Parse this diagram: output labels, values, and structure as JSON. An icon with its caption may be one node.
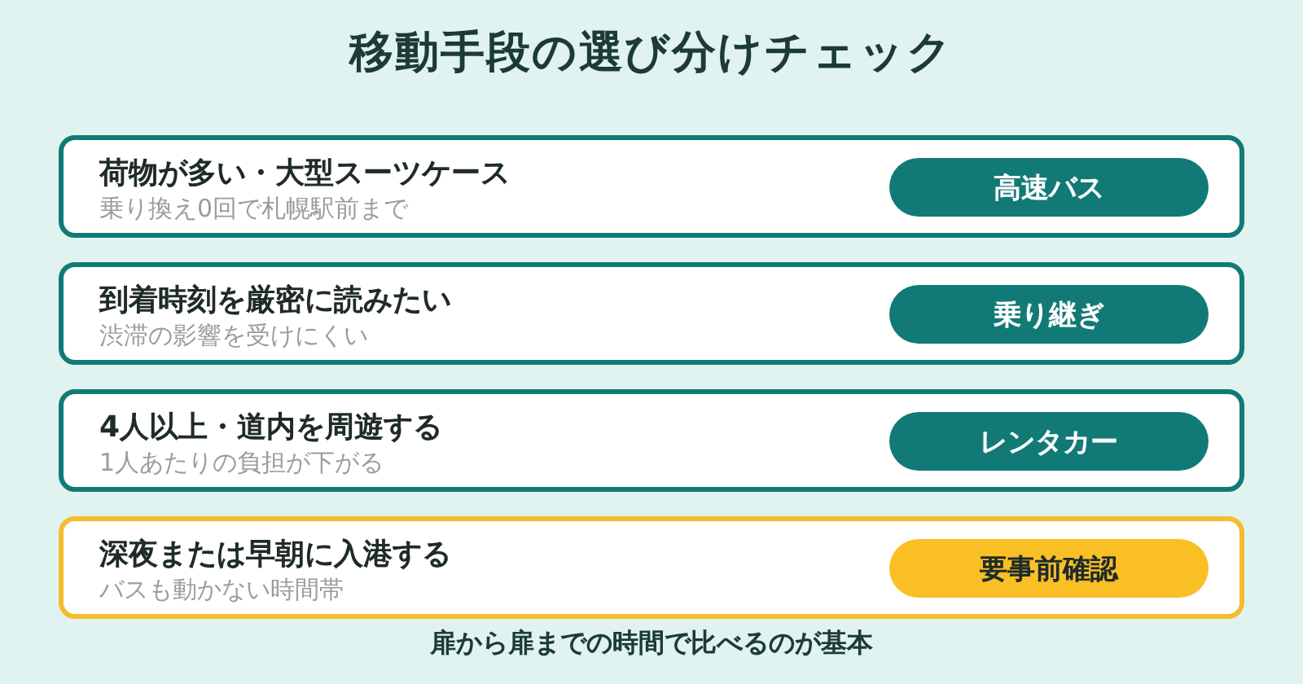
{
  "diagram": {
    "title": "移動手段の選び分けチェック",
    "caption": "扉から扉までの時間で比べるのが基本",
    "nodes": [
      {
        "text": [
          "荷物が多い・大型スーツケース",
          "乗り換え0回で札幌駅前まで"
        ]
      },
      {
        "text": [
          "高速バス"
        ],
        "in": 0
      },
      {
        "text": [
          "到着時刻を厳密に読みたい",
          "渋滞の影響を受けにくい"
        ]
      },
      {
        "text": [
          "乗り継ぎ"
        ],
        "in": 2
      },
      {
        "text": [
          "4人以上・道内を周遊する",
          "1人あたりの負担が下がる"
        ]
      },
      {
        "text": [
          "レンタカー"
        ],
        "in": 4
      },
      {
        "text": [
          "深夜または早朝に入港する",
          "バスも動かない時間帯"
        ]
      },
      {
        "text": [
          "要事前確認"
        ],
        "in": 6
      }
    ]
  }
}
